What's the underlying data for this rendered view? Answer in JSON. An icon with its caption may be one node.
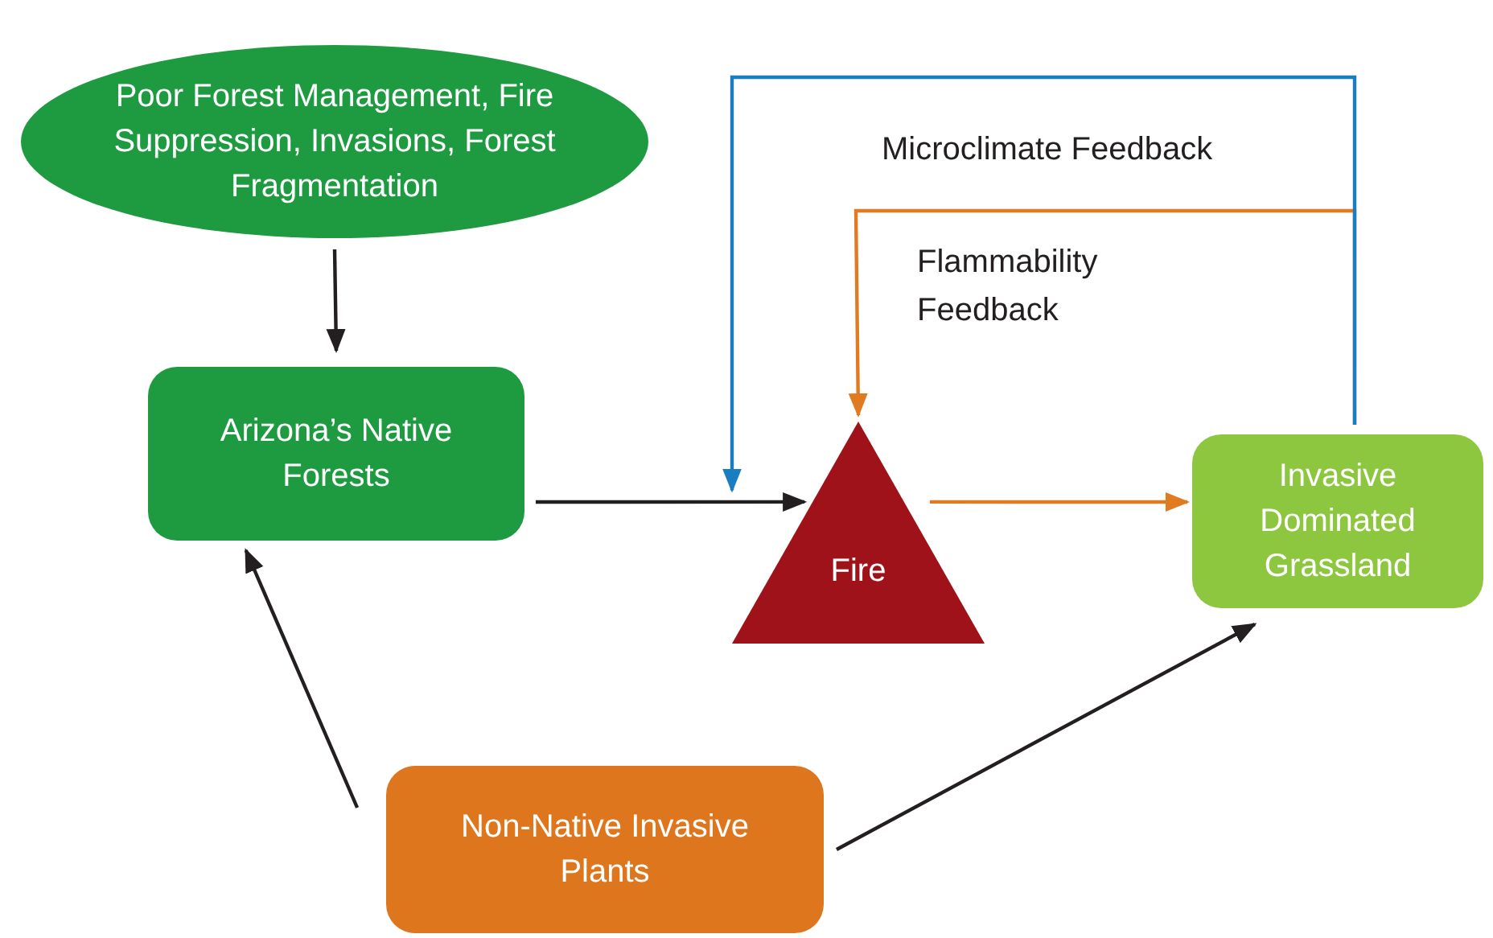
{
  "diagram": {
    "nodes": [
      {
        "text": [
          "Poor Forest Management, Fire Suppression, Invasions, Forest Fragmentation"
        ]
      },
      {
        "text": [
          "Arizona’s Native Forests"
        ]
      },
      {
        "text": [
          "Fire"
        ]
      },
      {
        "text": [
          "Invasive Dominated Grassland"
        ]
      },
      {
        "text": [
          "Non-Native Invasive Plants"
        ]
      }
    ],
    "edges": [
      {
        "from": 0,
        "to": 1,
        "arrow": "to"
      },
      {
        "from": 1,
        "to": 2,
        "arrow": "to"
      },
      {
        "from": 2,
        "to": 3,
        "arrow": "to",
        "color": "#e07b22"
      },
      {
        "from": 3,
        "to": 2,
        "arrow": "to",
        "label": "Microclimate Feedback",
        "color": "#1a7cc1"
      },
      {
        "from": 3,
        "to": 2,
        "arrow": "to",
        "label": "Flammability Feedback",
        "color": "#e07b22"
      },
      {
        "from": 4,
        "to": 1,
        "arrow": "to"
      },
      {
        "from": 4,
        "to": 3,
        "arrow": "to"
      }
    ]
  }
}
